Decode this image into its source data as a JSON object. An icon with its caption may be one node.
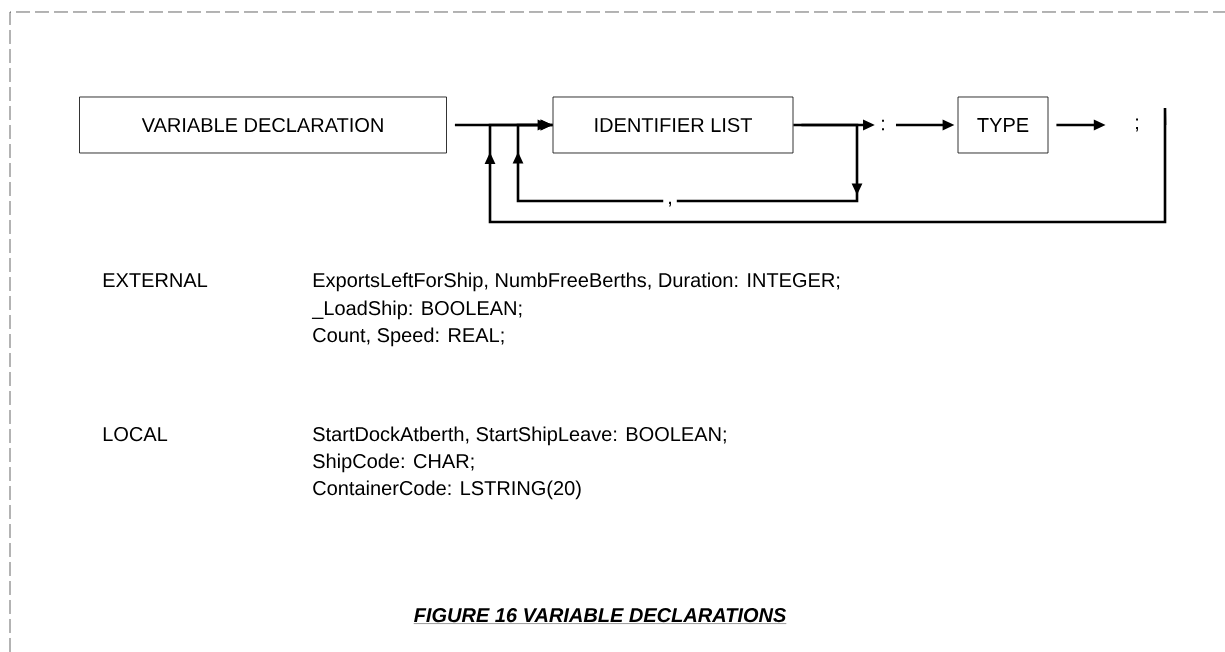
{
  "diagram": {
    "caption": "FIGURE 16 VARIABLE DECLARATIONS",
    "nodes": [
      {
        "text": [
          "VARIABLE DECLARATION"
        ]
      },
      {
        "text": [
          "IDENTIFIER LIST"
        ]
      },
      {
        "text": [
          ":"
        ]
      },
      {
        "text": [
          "TYPE"
        ]
      },
      {
        "text": [
          ";"
        ]
      }
    ],
    "edges": [
      {
        "from": 0,
        "to": 1,
        "arrow": "to"
      },
      {
        "from": 1,
        "to": 2,
        "arrow": "to"
      },
      {
        "from": 2,
        "to": 3,
        "arrow": "to"
      },
      {
        "from": 3,
        "to": 4,
        "arrow": "to"
      },
      {
        "from": 1,
        "to": 1,
        "arrow": "to",
        "label": ","
      },
      {
        "from": 4,
        "to": 1,
        "arrow": "to"
      }
    ],
    "labels": [
      "EXTERNAL",
      "ExportsLeftForShip, NumbFreeBerths, Duration: INTEGER;",
      "_LoadShip: BOOLEAN;",
      "Count, Speed: REAL;",
      "LOCAL",
      "StartDockAtberth, StartShipLeave: BOOLEAN;",
      "ShipCode: CHAR;",
      "ContainerCode: LSTRING(20)"
    ]
  }
}
